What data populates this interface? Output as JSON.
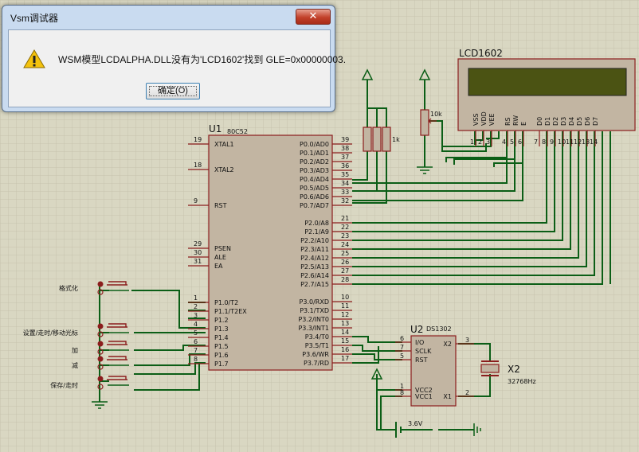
{
  "dialog": {
    "title": "Vsm调试器",
    "message": "WSM模型LCDALPHA.DLL没有为'LCD1602'找到 GLE=0x00000003.",
    "ok_button": "确定(O)",
    "close_glyph": "✕",
    "icon": "warning-icon"
  },
  "schematic": {
    "lcd": {
      "title": "LCD1602",
      "pin_names": [
        "VSS",
        "VDD",
        "VEE",
        "RS",
        "RW",
        "E",
        "D0",
        "D1",
        "D2",
        "D3",
        "D4",
        "D5",
        "D6",
        "D7"
      ],
      "pin_numbers": [
        "1",
        "2",
        "3",
        "4",
        "5",
        "6",
        "7",
        "8",
        "9",
        "10",
        "11",
        "12",
        "13",
        "14"
      ],
      "screen_color": "#4b5313"
    },
    "u1": {
      "ref": "U1",
      "part": "80C52",
      "left_pins": [
        {
          "num": "19",
          "name": "XTAL1"
        },
        {
          "num": "18",
          "name": "XTAL2"
        },
        {
          "num": "9",
          "name": "RST"
        },
        {
          "num": "29",
          "name": "PSEN"
        },
        {
          "num": "30",
          "name": "ALE"
        },
        {
          "num": "31",
          "name": "EA"
        },
        {
          "num": "1",
          "name": "P1.0/T2"
        },
        {
          "num": "2",
          "name": "P1.1/T2EX"
        },
        {
          "num": "3",
          "name": "P1.2"
        },
        {
          "num": "4",
          "name": "P1.3"
        },
        {
          "num": "5",
          "name": "P1.4"
        },
        {
          "num": "6",
          "name": "P1.5"
        },
        {
          "num": "7",
          "name": "P1.6"
        },
        {
          "num": "8",
          "name": "P1.7"
        }
      ],
      "right_pins": [
        {
          "num": "39",
          "name": "P0.0/AD0"
        },
        {
          "num": "38",
          "name": "P0.1/AD1"
        },
        {
          "num": "37",
          "name": "P0.2/AD2"
        },
        {
          "num": "36",
          "name": "P0.3/AD3"
        },
        {
          "num": "35",
          "name": "P0.4/AD4"
        },
        {
          "num": "34",
          "name": "P0.5/AD5"
        },
        {
          "num": "33",
          "name": "P0.6/AD6"
        },
        {
          "num": "32",
          "name": "P0.7/AD7"
        },
        {
          "num": "21",
          "name": "P2.0/A8"
        },
        {
          "num": "22",
          "name": "P2.1/A9"
        },
        {
          "num": "23",
          "name": "P2.2/A10"
        },
        {
          "num": "24",
          "name": "P2.3/A11"
        },
        {
          "num": "25",
          "name": "P2.4/A12"
        },
        {
          "num": "26",
          "name": "P2.5/A13"
        },
        {
          "num": "27",
          "name": "P2.6/A14"
        },
        {
          "num": "28",
          "name": "P2.7/A15"
        },
        {
          "num": "10",
          "name": "P3.0/RXD"
        },
        {
          "num": "11",
          "name": "P3.1/TXD"
        },
        {
          "num": "12",
          "name": "P3.2/INT0"
        },
        {
          "num": "13",
          "name": "P3.3/INT1"
        },
        {
          "num": "14",
          "name": "P3.4/T0"
        },
        {
          "num": "15",
          "name": "P3.5/T1"
        },
        {
          "num": "16",
          "name": "P3.6/WR"
        },
        {
          "num": "17",
          "name": "P3.7/RD"
        }
      ]
    },
    "u2": {
      "ref": "U2",
      "part": "DS1302",
      "pins": [
        {
          "num": "6",
          "name": "I/O"
        },
        {
          "num": "7",
          "name": "SCLK"
        },
        {
          "num": "5",
          "name": "RST"
        },
        {
          "num": "1",
          "name": "VCC2"
        },
        {
          "num": "8",
          "name": "VCC1"
        },
        {
          "num": "3",
          "name": "X2"
        },
        {
          "num": "2",
          "name": "X1"
        }
      ]
    },
    "x2": {
      "ref": "X2",
      "value": "32768Hz"
    },
    "resistor_pack": {
      "value": "1k"
    },
    "pot": {
      "value": "10k"
    },
    "battery": {
      "value": "3.6V"
    },
    "buttons": [
      "格式化",
      "设置/走时/移动光标",
      "加",
      "减",
      "保存/走时"
    ],
    "colors": {
      "wire": "#0b5e16",
      "component": "#8b1d1d",
      "body": "#c2b5a2",
      "grid": "#c6c3ad"
    }
  }
}
